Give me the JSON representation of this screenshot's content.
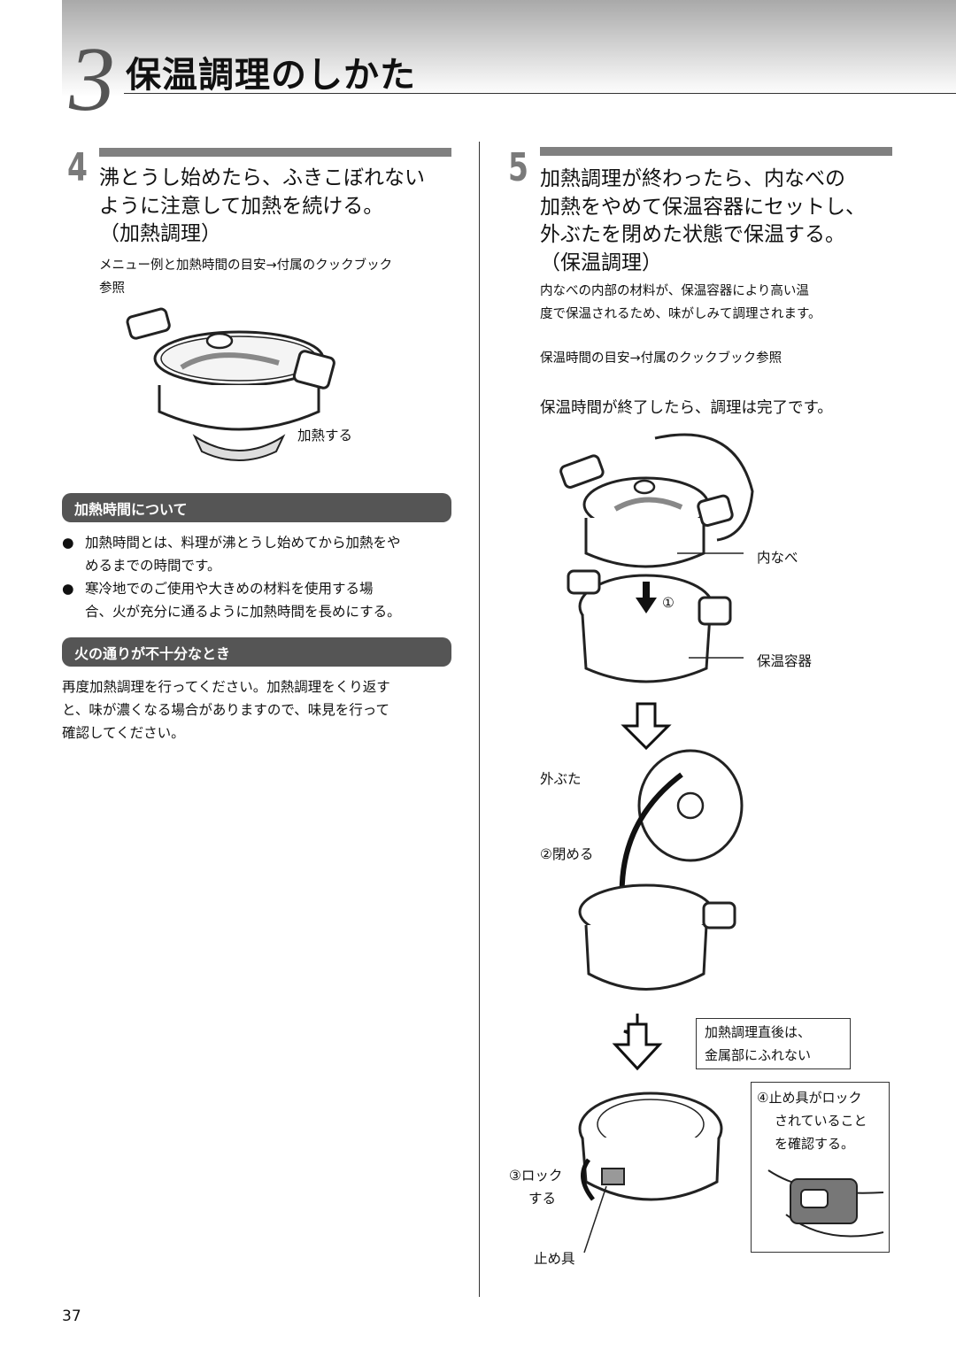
{
  "chapter": {
    "number": "3",
    "title": "保温調理のしかた"
  },
  "step4": {
    "number": "4",
    "heading": [
      "沸とうし始めたら、ふきこぼれない",
      "ように注意して加熱を続ける。",
      "（加熱調理）"
    ],
    "note": [
      "メニュー例と加熱時間の目安→付属のクックブック",
      "参照"
    ],
    "fig_label": "加熱する"
  },
  "heating_time": {
    "title": "加熱時間について",
    "bullets": [
      [
        "加熱時間とは、料理が沸とうし始めてから加熱をや",
        "めるまでの時間です。"
      ],
      [
        "寒冷地でのご使用や大きめの材料を使用する場",
        "合、火が充分に通るように加熱時間を長めにする。"
      ]
    ]
  },
  "undercooked": {
    "title": "火の通りが不十分なとき",
    "text": [
      "再度加熱調理を行ってください。加熱調理をくり返す",
      "と、味が濃くなる場合がありますので、味見を行って",
      "確認してください。"
    ]
  },
  "step5": {
    "number": "5",
    "heading": [
      "加熱調理が終わったら、内なべの",
      "加熱をやめて保温容器にセットし、",
      "外ぶたを閉めた状態で保温する。",
      "（保温調理）"
    ],
    "desc": [
      "内なべの内部の材料が、保温容器により高い温",
      "度で保温されるため、味がしみて調理されます。"
    ],
    "note": "保温時間の目安→付属のクックブック参照",
    "finish": "保温時間が終了したら、調理は完了です。",
    "labels": {
      "inner_pot": "内なべ",
      "step1": "①",
      "container": "保温容器",
      "outer_lid": "外ぶた",
      "step2": "②閉める",
      "caution": [
        "加熱調理直後は、",
        "金属部にふれない"
      ],
      "step4": [
        "④止め具がロック",
        "されていること",
        "を確認する。"
      ],
      "step3": [
        "③ロック",
        "する"
      ],
      "clasp": "止め具"
    }
  },
  "page_number": "37"
}
